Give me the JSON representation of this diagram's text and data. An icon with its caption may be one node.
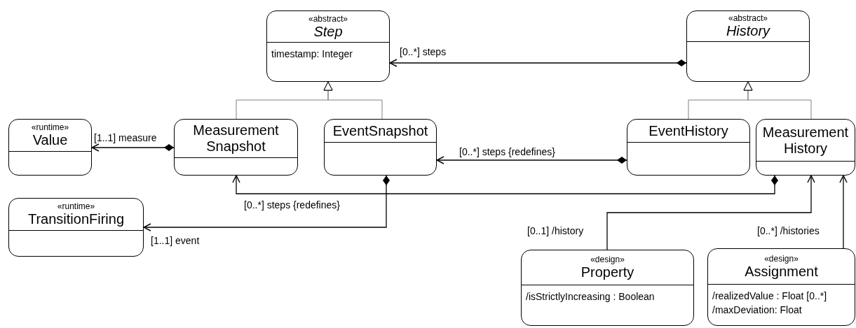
{
  "diagram": {
    "nodes": [
      {
        "text": [
          "«abstract»",
          "Step",
          "timestamp: Integer"
        ]
      },
      {
        "text": [
          "«abstract»",
          "History"
        ]
      },
      {
        "text": [
          "«runtime»",
          "Value"
        ]
      },
      {
        "text": [
          "Measurement Snapshot"
        ]
      },
      {
        "text": [
          "EventSnapshot"
        ]
      },
      {
        "text": [
          "EventHistory"
        ]
      },
      {
        "text": [
          "Measurement History"
        ]
      },
      {
        "text": [
          "«runtime»",
          "TransitionFiring"
        ]
      },
      {
        "text": [
          "«design»",
          "Property",
          "/isStrictlyIncreasing : Boolean"
        ]
      },
      {
        "text": [
          "«design»",
          "Assignment",
          "/realizedValue : Float [0..*]",
          "/maxDeviation: Float"
        ]
      }
    ],
    "edges": [
      {
        "from": 1,
        "to": 0,
        "arrow": "to",
        "label": "[0..*] steps"
      },
      {
        "from": 3,
        "to": 0,
        "arrow": "to",
        "color": "#808080"
      },
      {
        "from": 4,
        "to": 0,
        "arrow": "to",
        "color": "#808080"
      },
      {
        "from": 5,
        "to": 1,
        "arrow": "to",
        "color": "#808080"
      },
      {
        "from": 6,
        "to": 1,
        "arrow": "to",
        "color": "#808080"
      },
      {
        "from": 3,
        "to": 2,
        "arrow": "to",
        "label": "[1..1] measure"
      },
      {
        "from": 5,
        "to": 4,
        "arrow": "to",
        "label": "[0..*] steps {redefines}"
      },
      {
        "from": 6,
        "to": 3,
        "arrow": "to",
        "label": "[0..*] steps {redefines}"
      },
      {
        "from": 4,
        "to": 7,
        "arrow": "to",
        "label": "[1..1] event"
      },
      {
        "from": 8,
        "to": 6,
        "arrow": "to",
        "label": "[0..1] /history"
      },
      {
        "from": 9,
        "to": 6,
        "arrow": "to",
        "label": "[0..*] /histories"
      }
    ]
  }
}
